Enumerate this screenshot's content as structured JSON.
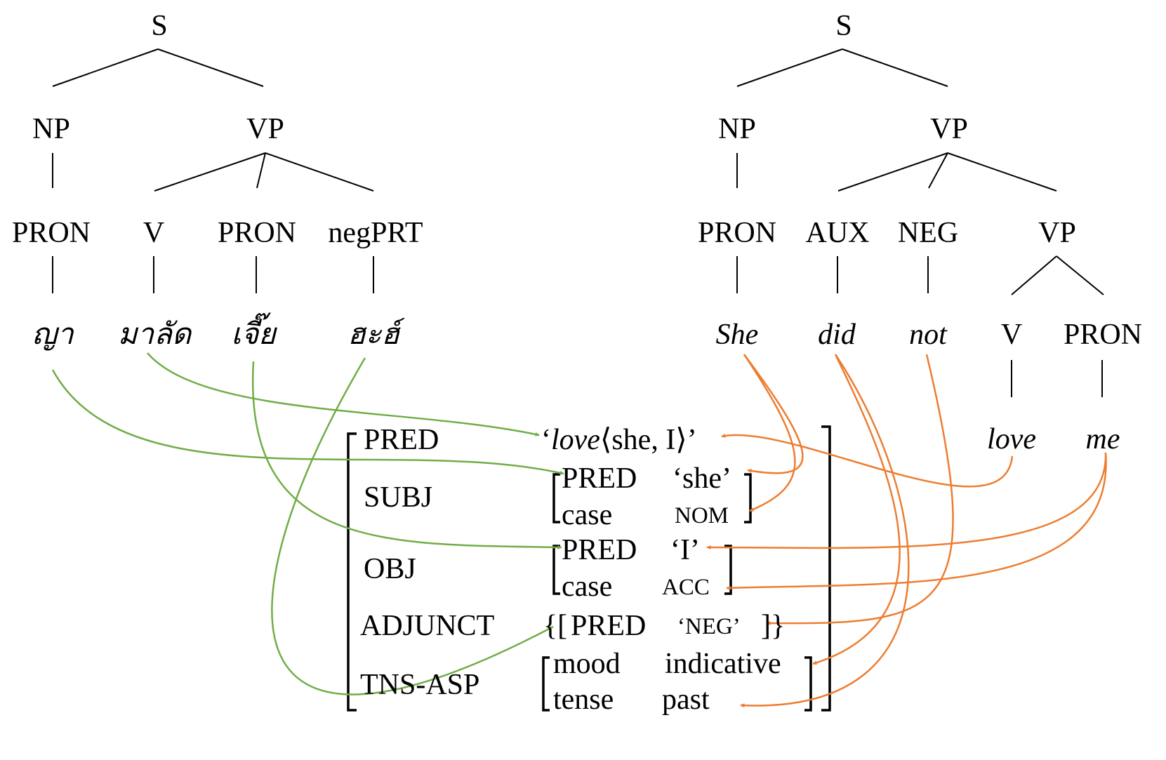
{
  "thai_tree": {
    "root": "S",
    "np": "NP",
    "vp": "VP",
    "pos": [
      "PRON",
      "V",
      "PRON",
      "negPRT"
    ],
    "words": [
      "ญา",
      "มาลัด",
      "เจี๊ย",
      "ฮะฮ์"
    ]
  },
  "english_tree": {
    "root": "S",
    "np": "NP",
    "vp": "VP",
    "pos": [
      "PRON",
      "AUX",
      "NEG",
      "VP"
    ],
    "words": [
      "She",
      "did",
      "not"
    ],
    "inner_vp_pos": [
      "V",
      "PRON"
    ],
    "inner_vp_words": [
      "love",
      "me"
    ]
  },
  "fstructure": {
    "attributes": [
      "PRED",
      "SUBJ",
      "OBJ",
      "ADJUNCT",
      "TNS-ASP"
    ],
    "pred_value": {
      "open_quote": "‘",
      "italic": "love",
      "rest": "⟨she, I⟩’"
    },
    "subj": {
      "attr1": "PRED",
      "val1": "‘she’",
      "attr2": "case",
      "val2": "NOM"
    },
    "obj": {
      "attr1": "PRED",
      "val1": "‘I’",
      "attr2": "case",
      "val2": "ACC"
    },
    "adjunct": {
      "open": "{[",
      "attr": "PRED",
      "val": "‘NEG’",
      "close": "]}"
    },
    "tns_asp": {
      "attr1": "mood",
      "val1": "indicative",
      "attr2": "tense",
      "val2": "past"
    }
  },
  "colors": {
    "thai_arrows": "#70AD47",
    "english_arrows": "#ED7D31"
  }
}
